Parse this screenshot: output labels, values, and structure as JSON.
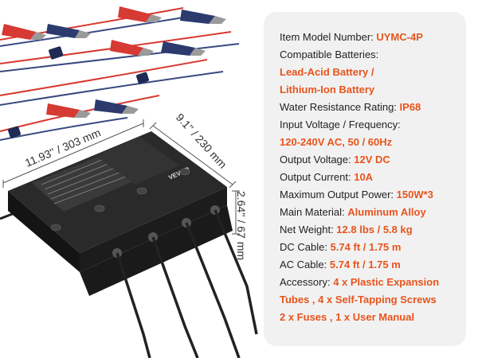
{
  "colors": {
    "accent": "#e8541c",
    "text": "#222222",
    "panel": "#f1f1f1",
    "charger_body": "#1f1f1f",
    "cable_red": "#d63a32",
    "cable_blue": "#3a4a80"
  },
  "dimensions": {
    "length": "11.93'' / 303 mm",
    "width": "9.1'' / 230 mm",
    "height": "2.64'' / 67 mm"
  },
  "brand": "VEVOR",
  "specs": {
    "model": {
      "label": "Item Model Number: ",
      "value": "UYMC-4P"
    },
    "batteries": {
      "label": "Compatible Batteries:",
      "line1": "Lead-Acid Battery /",
      "line2": "Lithium-Ion Battery"
    },
    "water": {
      "label": "Water Resistance Rating: ",
      "value": "IP68"
    },
    "input_voltage": {
      "label": "Input Voltage / Frequency:",
      "value": "120-240V AC, 50 / 60Hz"
    },
    "output_voltage": {
      "label": "Output Voltage: ",
      "value": "12V DC"
    },
    "output_current": {
      "label": "Output Current: ",
      "value": "10A"
    },
    "max_power": {
      "label": "Maximum Output Power: ",
      "value": "150W*3"
    },
    "material": {
      "label": "Main Material: ",
      "value": "Aluminum Alloy"
    },
    "weight": {
      "label": "Net Weight: ",
      "value": "12.8 lbs / 5.8 kg"
    },
    "dc_cable": {
      "label": "DC Cable: ",
      "value": "5.74 ft / 1.75 m"
    },
    "ac_cable": {
      "label": "AC Cable: ",
      "value": "5.74 ft / 1.75 m"
    },
    "accessory": {
      "label": "Accessory: ",
      "line1": "4 x Plastic Expansion",
      "line2": "Tubes , 4 x Self-Tapping Screws",
      "line3": "2 x Fuses , 1 x User Manual"
    }
  }
}
